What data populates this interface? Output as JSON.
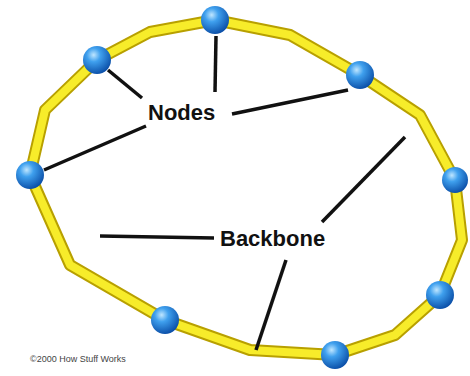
{
  "diagram": {
    "labels": [
      "Nodes",
      "Backbone",
      "©2000 How Stuff Works"
    ]
  }
}
